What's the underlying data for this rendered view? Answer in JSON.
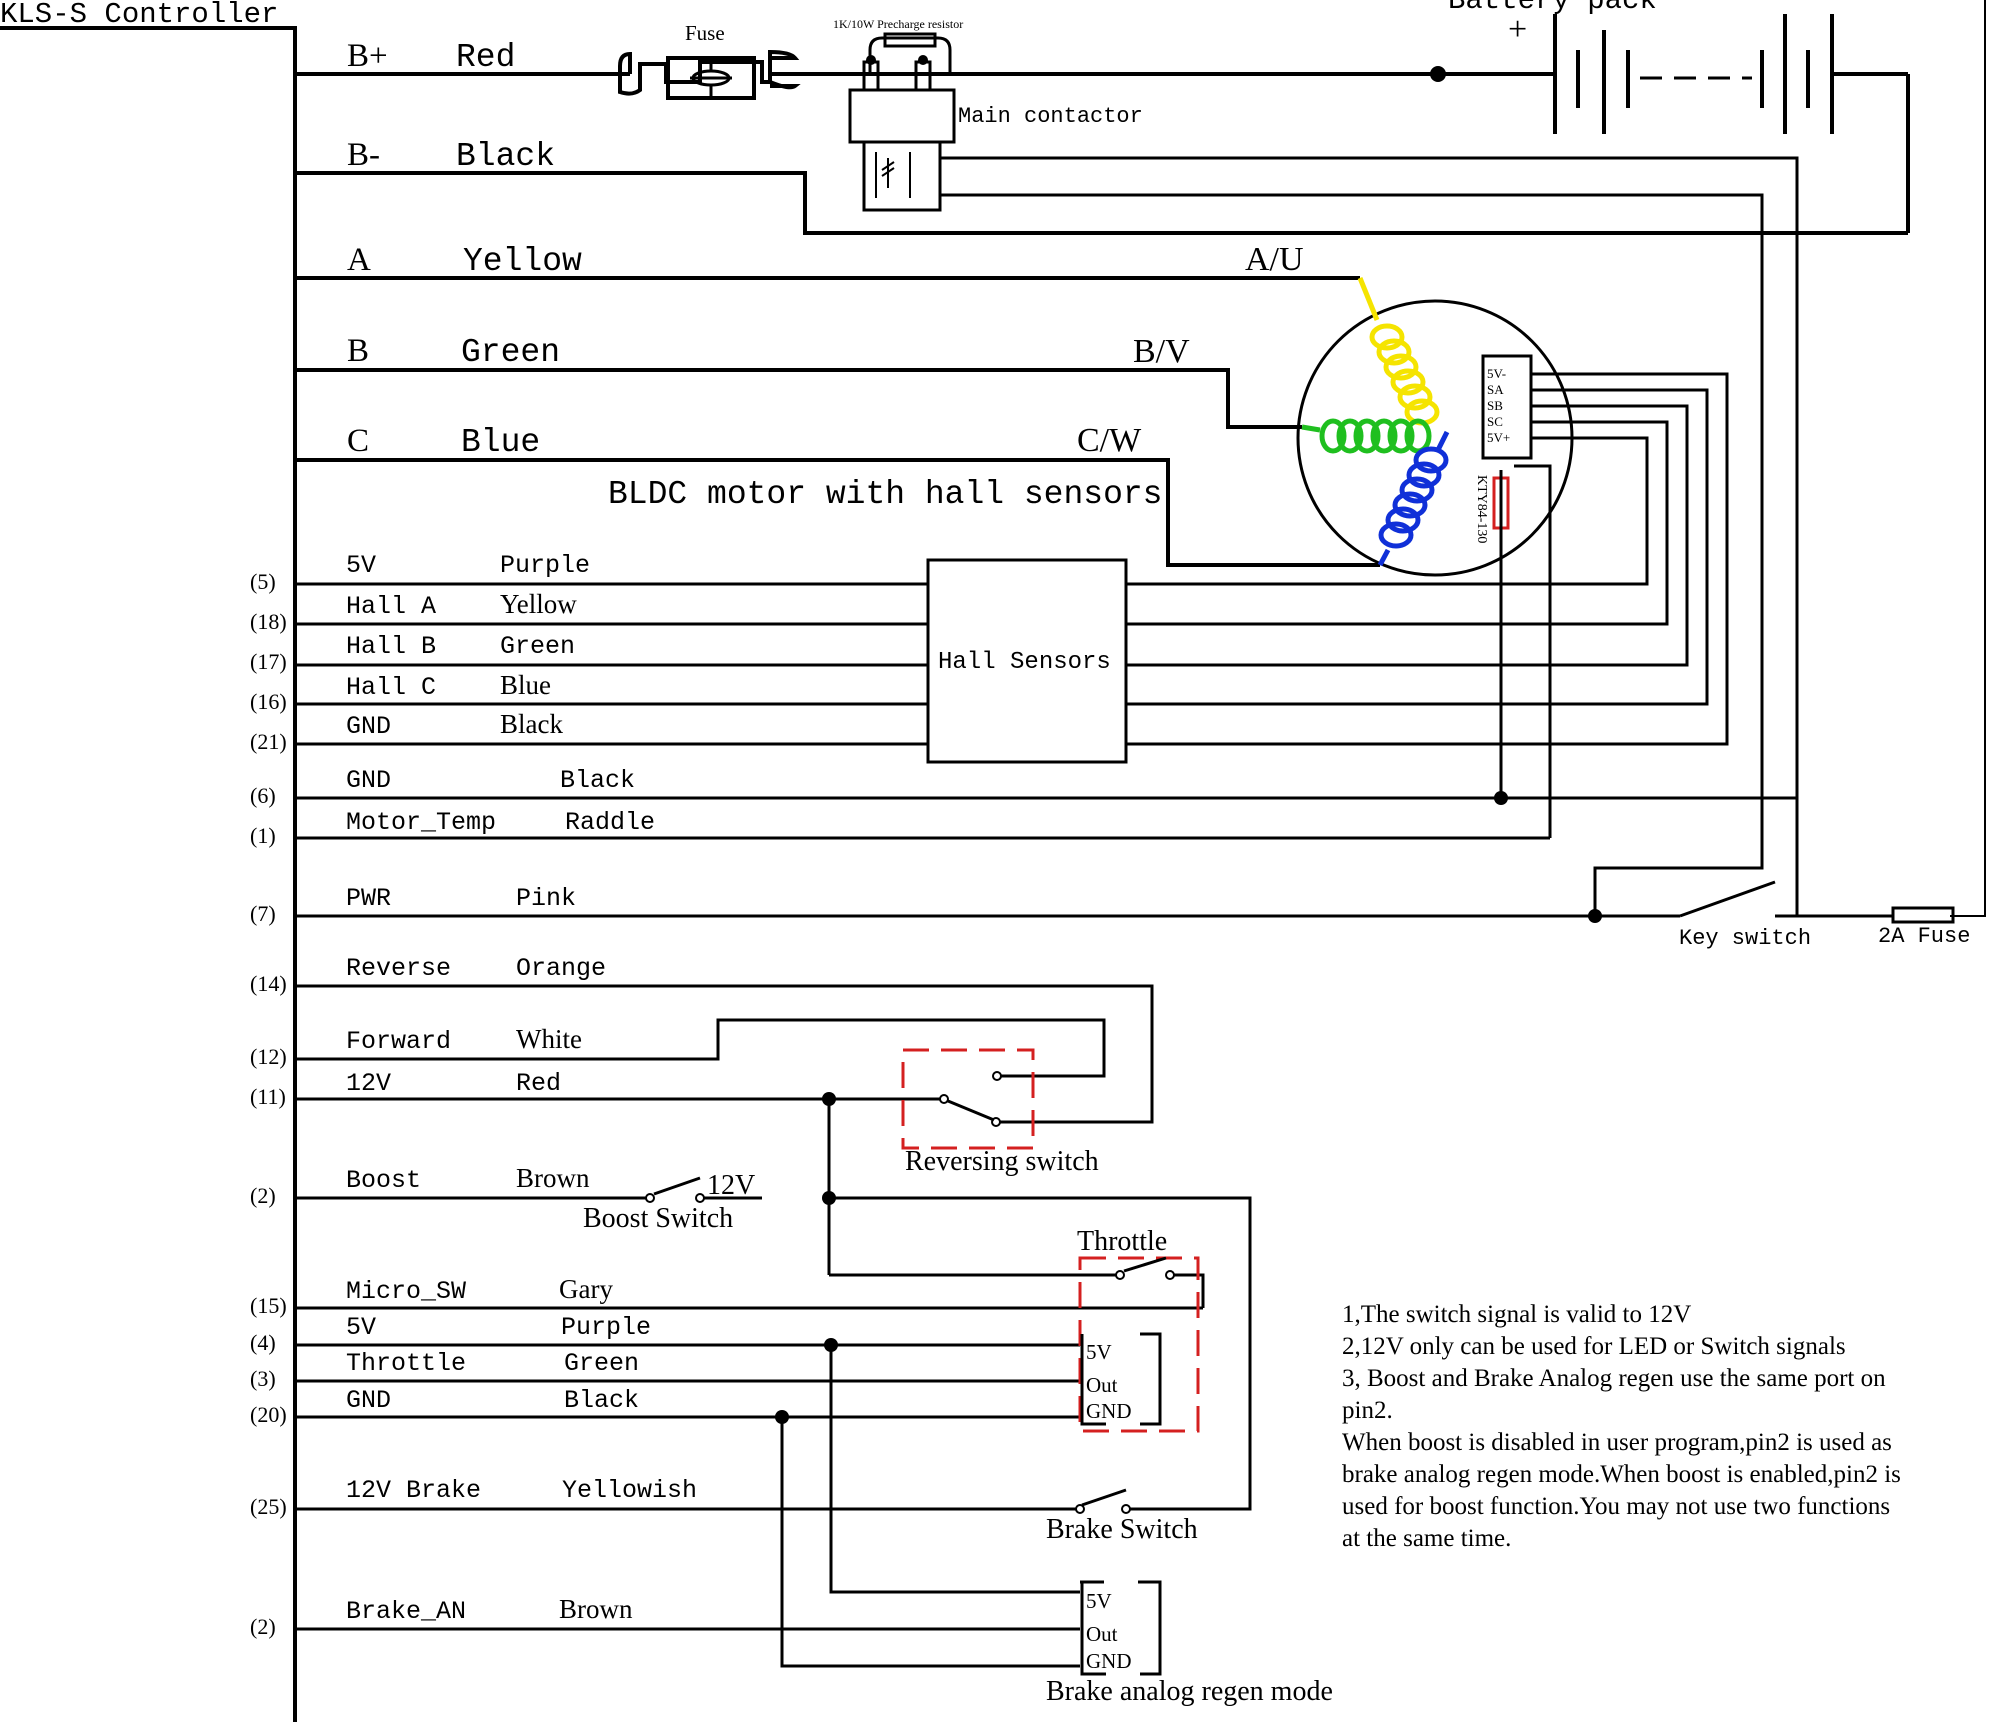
{
  "controller": {
    "title": "KLS-S Controller",
    "power_wires": [
      {
        "name": "B+",
        "color": "Red"
      },
      {
        "name": "B-",
        "color": "Black"
      },
      {
        "name": "A",
        "color": "Yellow"
      },
      {
        "name": "B",
        "color": "Green"
      },
      {
        "name": "C",
        "color": "Blue"
      }
    ],
    "pins": [
      {
        "pin": "(5)",
        "name": "5V",
        "color": "Purple"
      },
      {
        "pin": "(18)",
        "name": "Hall A",
        "color": "Yellow"
      },
      {
        "pin": "(17)",
        "name": "Hall B",
        "color": "Green"
      },
      {
        "pin": "(16)",
        "name": "Hall C",
        "color": "Blue"
      },
      {
        "pin": "(21)",
        "name": "GND",
        "color": "Black"
      },
      {
        "pin": "(6)",
        "name": "GND",
        "color": "Black"
      },
      {
        "pin": "(1)",
        "name": "Motor_Temp",
        "color": "Raddle"
      },
      {
        "pin": "(7)",
        "name": "PWR",
        "color": "Pink"
      },
      {
        "pin": "(14)",
        "name": "Reverse",
        "color": "Orange"
      },
      {
        "pin": "(12)",
        "name": "Forward",
        "color": "White"
      },
      {
        "pin": "(11)",
        "name": "12V",
        "color": "Red"
      },
      {
        "pin": "(2)",
        "name": "Boost",
        "color": "Brown"
      },
      {
        "pin": "(15)",
        "name": "Micro_SW",
        "color": "Gary"
      },
      {
        "pin": "(4)",
        "name": "5V",
        "color": "Purple"
      },
      {
        "pin": "(3)",
        "name": "Throttle",
        "color": "Green"
      },
      {
        "pin": "(20)",
        "name": "GND",
        "color": "Black"
      },
      {
        "pin": "(25)",
        "name": "12V Brake",
        "color": "Yellowish"
      },
      {
        "pin": "(2)",
        "name": "Brake_AN",
        "color": "Brown"
      }
    ]
  },
  "components": {
    "battery": "Battery pack",
    "battery_plus": "+",
    "fuse": "Fuse",
    "precharge": "1K/10W Precharge resistor",
    "contactor": "Main contactor",
    "phase_u": "A/U",
    "phase_v": "B/V",
    "phase_w": "C/W",
    "motor": "BLDC motor with hall sensors",
    "hall_pins": [
      "5V-",
      "SA",
      "SB",
      "SC",
      "5V+"
    ],
    "thermistor": "KTY84-130",
    "hall_box": "Hall Sensors",
    "key_switch": "Key switch",
    "fuse2": "2A Fuse",
    "reversing_switch": "Reversing switch",
    "boost_12v": "12V",
    "boost_switch": "Boost Switch",
    "throttle": "Throttle",
    "throttle_pins": [
      "5V",
      "Out",
      "GND"
    ],
    "brake_switch": "Brake Switch",
    "brake_pins": [
      "5V",
      "Out",
      "GND"
    ],
    "brake_regen": "Brake analog regen mode"
  },
  "notes": [
    "1,The switch signal is valid to 12V",
    "2,12V only can be used for LED or Switch signals",
    "3, Boost and Brake Analog regen use the same port on",
    "pin2.",
    "When boost is disabled in user program,pin2 is used as",
    "brake analog regen mode.When boost is enabled,pin2 is",
    "used for boost function.You may not use two functions",
    "at the same time."
  ],
  "colors": {
    "yellow": "#f5e400",
    "green": "#1fbf1f",
    "blue": "#1030d8",
    "red_dash": "#d42020",
    "thermistor": "#d42020"
  }
}
